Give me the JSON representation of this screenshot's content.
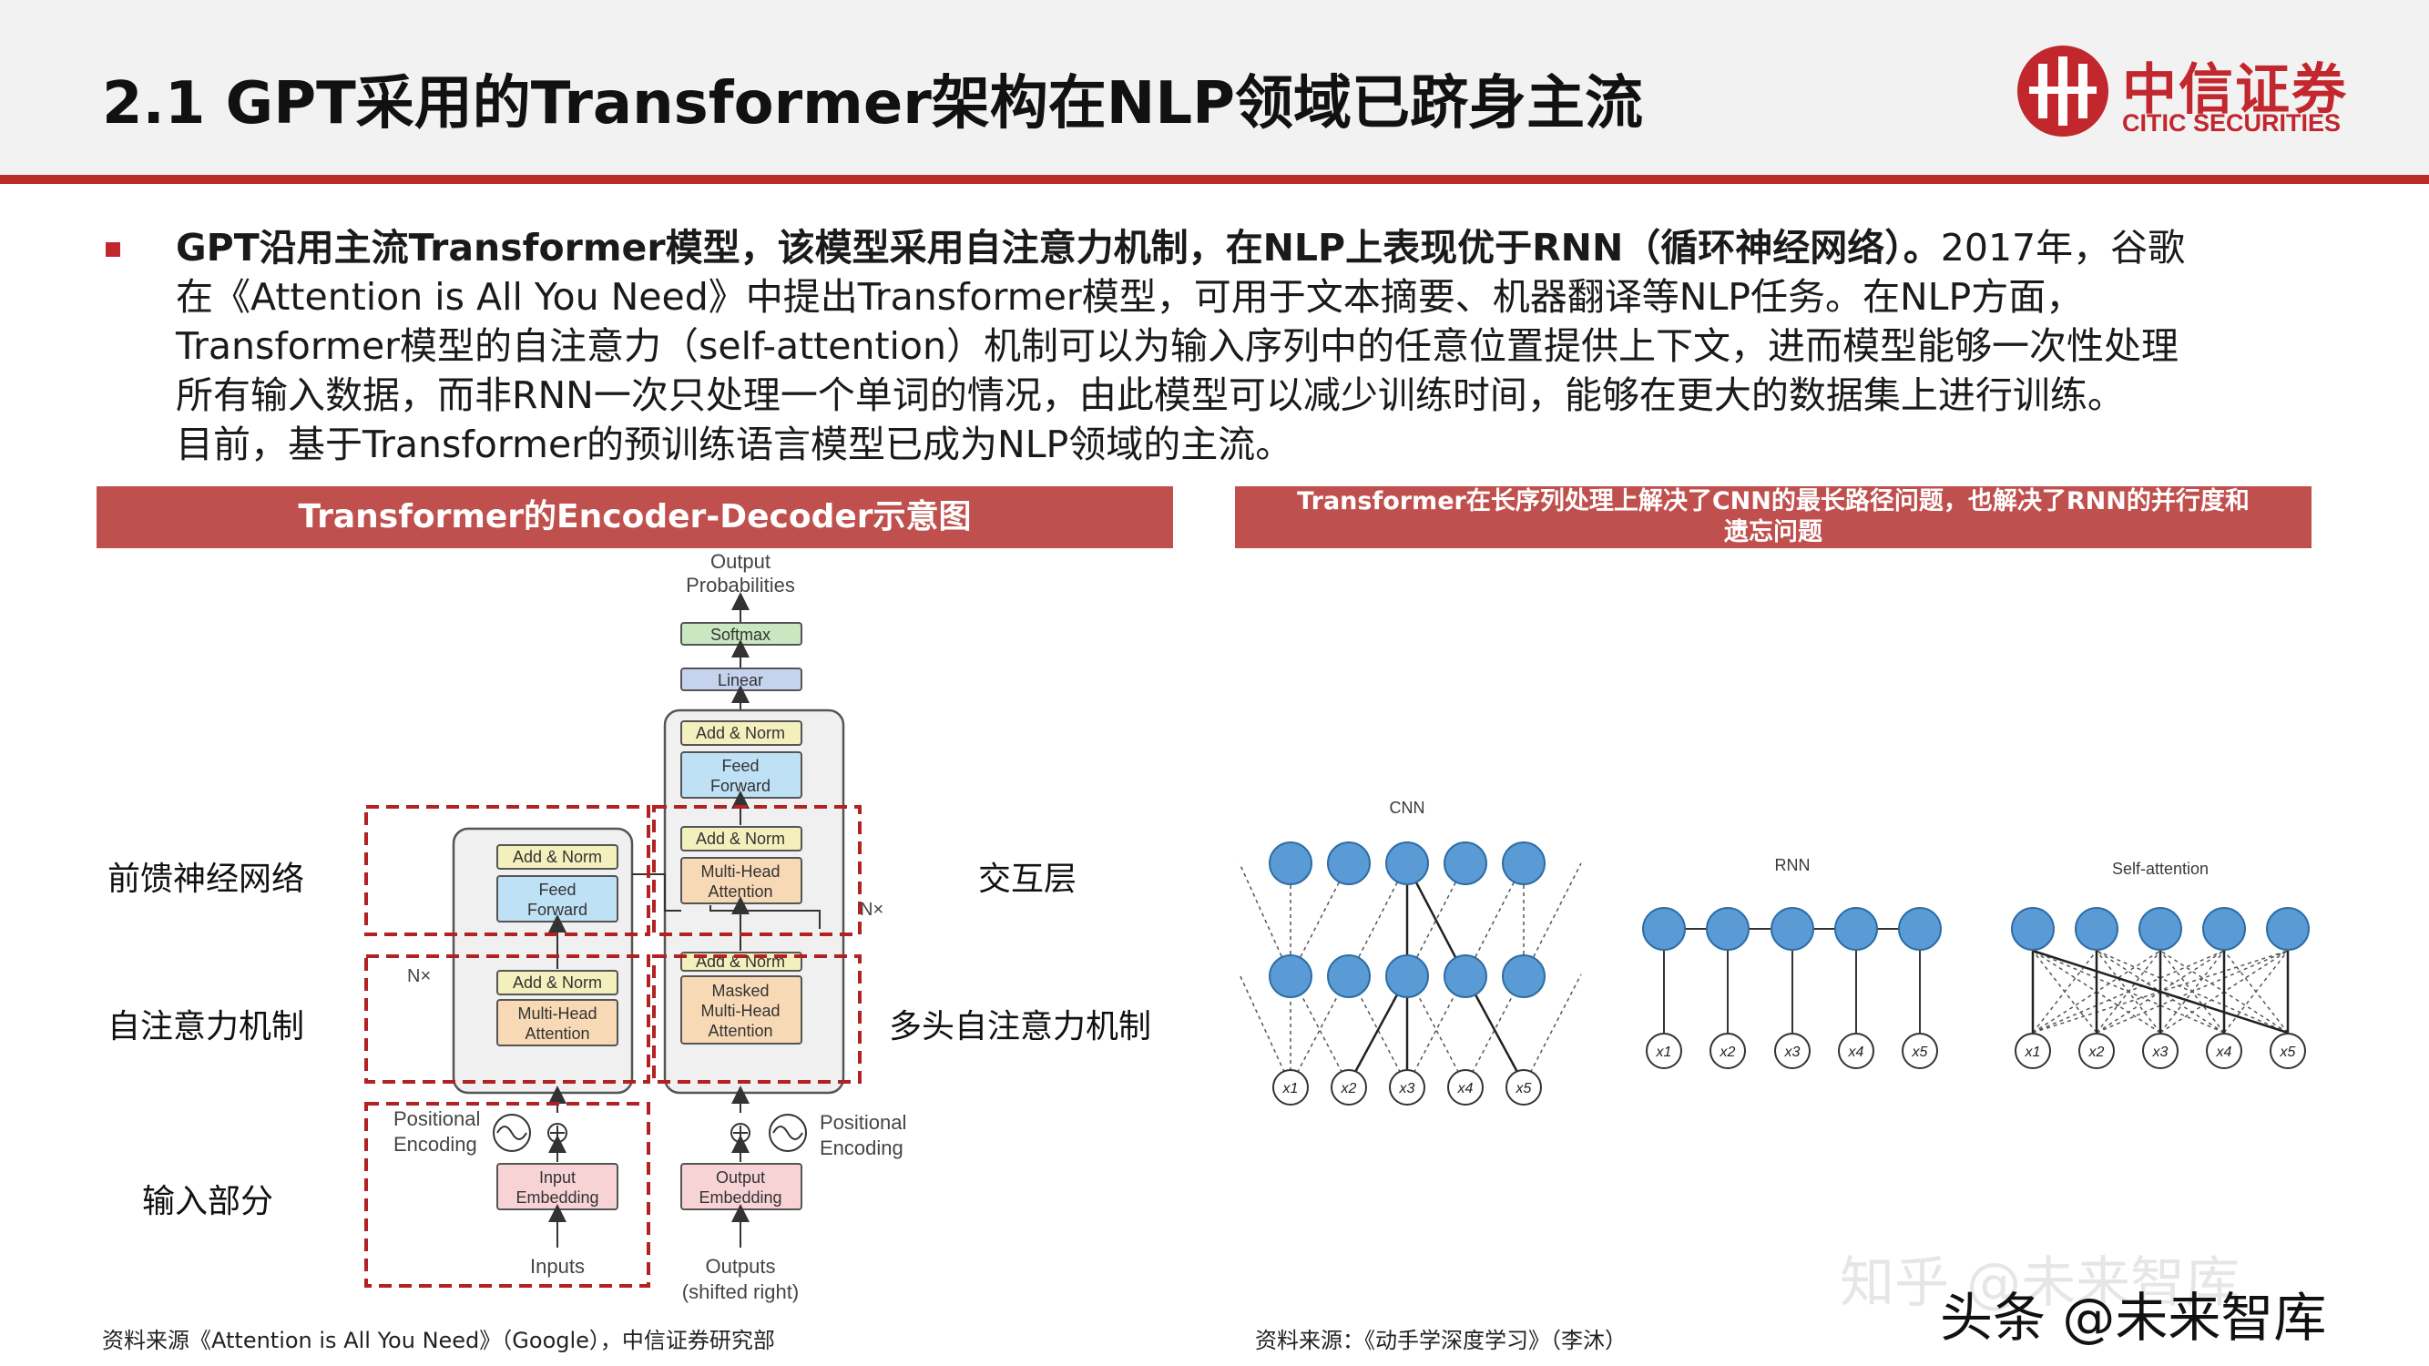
{
  "header": {
    "title": "2.1 GPT采用的Transformer架构在NLP领域已跻身主流"
  },
  "logo": {
    "name_cn": "中信证券",
    "name_en": "CITIC SECURITIES"
  },
  "body": {
    "bold_lead": "GPT沿用主流Transformer模型，该模型采用自注意力机制，在NLP上表现优于RNN（循环神经网络）。",
    "line1_rest": "2017年，谷歌",
    "line2": "在《Attention is All You Need》中提出Transformer模型，可用于文本摘要、机器翻译等NLP任务。在NLP方面，",
    "line3": "Transformer模型的自注意力（self-attention）机制可以为输入序列中的任意位置提供上下文，进而模型能够一次性处理",
    "line4": "所有输入数据，而非RNN一次只处理一个单词的情况，由此模型可以减少训练时间，能够在更大的数据集上进行训练。",
    "line5": "目前，基于Transformer的预训练语言模型已成为NLP领域的主流。"
  },
  "left_panel": {
    "bar_title": "Transformer的Encoder-Decoder示意图",
    "labels": {
      "ffn": "前馈神经网络",
      "self_attn": "自注意力机制",
      "input": "输入部分",
      "cross": "交互层",
      "multi_head": "多头自注意力机制"
    },
    "diagram": {
      "output_probs": "Output\nProbabilities",
      "softmax": "Softmax",
      "linear": "Linear",
      "add_norm": "Add & Norm",
      "feed_forward": "Feed\nForward",
      "multi_head_attention": "Multi-Head\nAttention",
      "masked_mha": "Masked\nMulti-Head\nAttention",
      "nx": "N×",
      "positional_encoding": "Positional\nEncoding",
      "input_embedding": "Input\nEmbedding",
      "output_embedding": "Output\nEmbedding",
      "inputs": "Inputs",
      "outputs": "Outputs\n(shifted right)"
    },
    "source": "资料来源《Attention is All You Need》（Google），中信证券研究部"
  },
  "right_panel": {
    "bar_title_l1": "Transformer在长序列处理上解决了CNN的最长路径问题，也解决了RNN的并行度和",
    "bar_title_l2": "遗忘问题",
    "cnn": "CNN",
    "rnn": "RNN",
    "self_attention": "Self-attention",
    "x_labels": [
      "x1",
      "x2",
      "x3",
      "x4",
      "x5"
    ],
    "source": "资料来源：《动手学深度学习》（李沐）"
  },
  "watermark": {
    "faint": "知乎 @未来智库",
    "main": "头条 @未来智库"
  },
  "colors": {
    "accent": "#c1272d",
    "bar": "#c0504d",
    "node": "#5b9bd5"
  }
}
